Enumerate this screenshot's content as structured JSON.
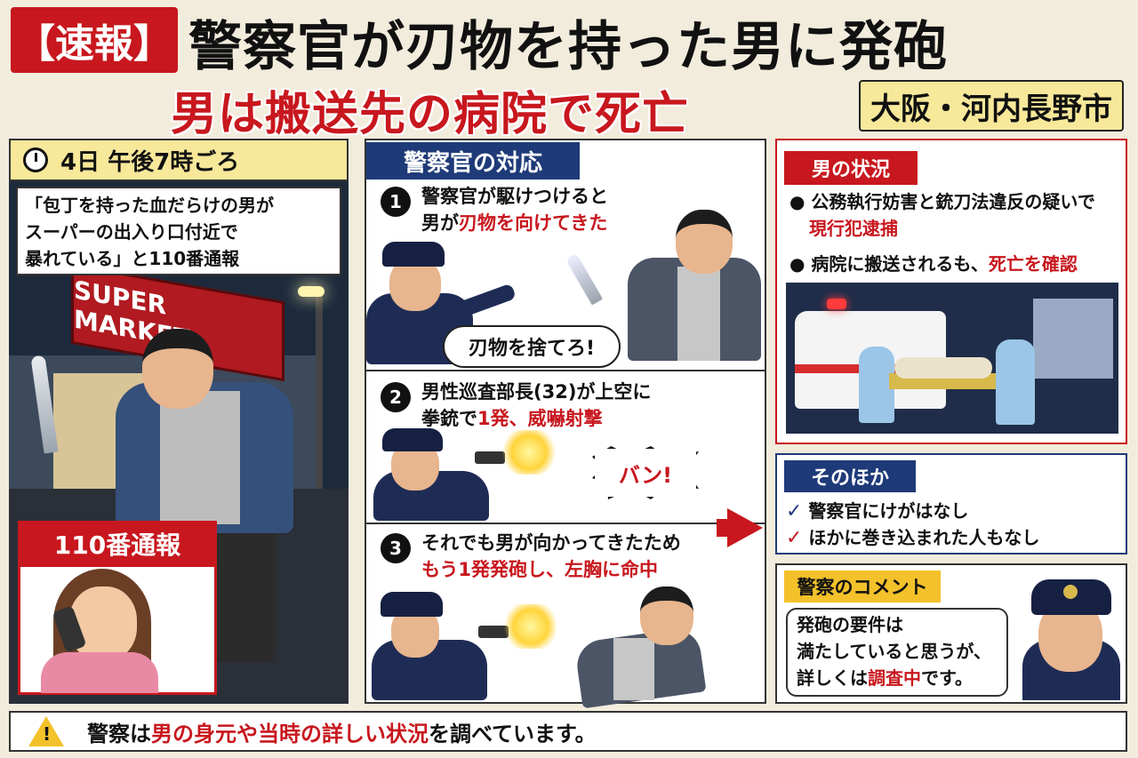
{
  "header": {
    "tag": "【速報】",
    "title_line1": "警察官が刃物を持った男に発砲",
    "title_line2": "男は搬送先の病院で死亡",
    "location": "大阪・河内長野市"
  },
  "left_panel": {
    "time": "4日 午後7時ごろ",
    "quote_line1": "「包丁を持った血だらけの男が",
    "quote_line2": "スーパーの出入り口付近で",
    "quote_line3": "暴れている」と110番通報",
    "store_sign": "SUPER MARKET",
    "call_label": "110番通報"
  },
  "middle_panel": {
    "heading": "警察官の対応",
    "steps": [
      {
        "num": "1",
        "line1": "警察官が駆けつけると",
        "line2_pre": "男が",
        "line2_red": "刃物を向けてきた",
        "speech": "刃物を捨てろ!"
      },
      {
        "num": "2",
        "line1": "男性巡査部長(32)が上空に",
        "line2_pre": "拳銃で",
        "line2_red": "1発、威嚇射撃",
        "sound": "バン!"
      },
      {
        "num": "3",
        "line1": "それでも男が向かってきたため",
        "line2_red": "もう1発発砲し、左胸に命中"
      }
    ]
  },
  "right_panel": {
    "status_heading": "男の状況",
    "bullet1_line1": "公務執行妨害と銃刀法違反の疑いで",
    "bullet1_line2_red": "現行犯逮捕",
    "bullet2_pre": "病院に搬送されるも、",
    "bullet2_red": "死亡を確認",
    "other_heading": "そのほか",
    "other_items": [
      "警察官にけがはなし",
      "ほかに巻き込まれた人もなし"
    ],
    "comment_heading": "警察のコメント",
    "comment_line1": "発砲の要件は",
    "comment_line2": "満たしていると思うが、",
    "comment_line3_pre": "詳しくは",
    "comment_line3_red": "調査中",
    "comment_line3_post": "です。"
  },
  "footer": {
    "pre": "警察は",
    "red": "男の身元や当時の詳しい状況",
    "post": "を調べています。"
  },
  "colors": {
    "accent_red": "#c8171e",
    "navy": "#1e3a78",
    "yellow": "#f7e89a"
  }
}
